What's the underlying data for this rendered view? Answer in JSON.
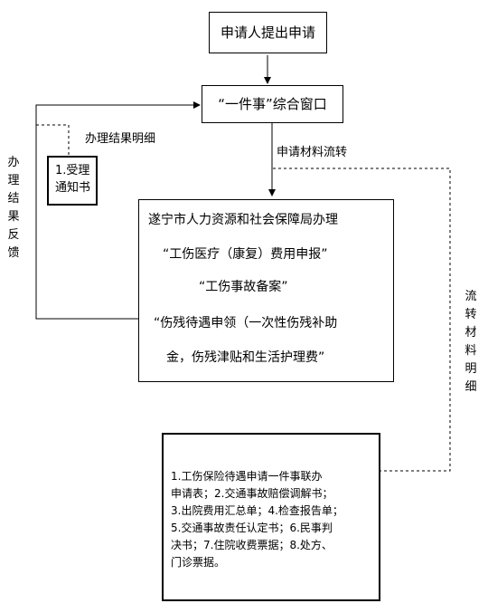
{
  "nodes": {
    "apply": "申请人提出申请",
    "window": "“一件事”综合窗口",
    "receipt_line1": "1.受理",
    "receipt_line2": "通知书",
    "bureau_line1": "遂宁市人力资源和社会保障局办理",
    "bureau_line2": "“工伤医疗（康复）费用申报”",
    "bureau_line3": "“工伤事故备案”",
    "bureau_line4": "“伤残待遇申领（一次性伤残补助",
    "bureau_line5": "金，伤残津贴和生活护理费”",
    "materials_line1": "1.工伤保险待遇申请一件事联办",
    "materials_line2": "申请表；2.交通事故赔偿调解书；",
    "materials_line3": "3.出院费用汇总单；4.检查报告单；",
    "materials_line4": "5.交通事故责任认定书；6.民事判",
    "materials_line5": "决书；7.住院收费票据；8.处方、",
    "materials_line6": "门诊票据。"
  },
  "labels": {
    "result_detail": "办理结果明细",
    "material_flow": "申请材料流转",
    "result_feedback": "办理结果反馈",
    "flow_detail": "流转材料明细"
  }
}
